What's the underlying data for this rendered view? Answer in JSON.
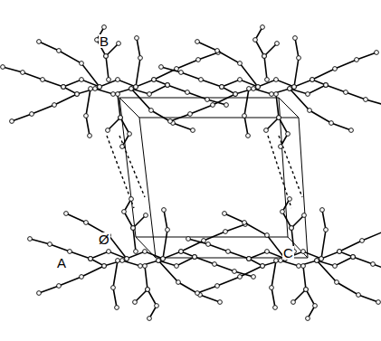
{
  "diagram": {
    "labels": [
      "B",
      "Ø",
      "A",
      "C"
    ]
  }
}
